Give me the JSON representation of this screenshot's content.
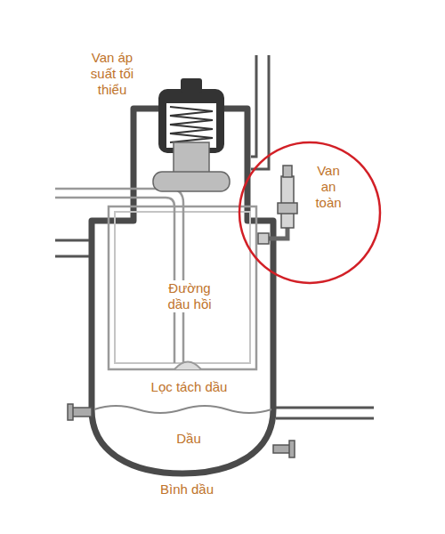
{
  "diagram": {
    "nodes": [
      {
        "text": [
          "Van an toàn"
        ]
      }
    ],
    "labels": [
      "Van áp suất tối thiểu",
      "Đường dầu hồi",
      "Lọc tách dầu",
      "Dầu",
      "Bình dầu"
    ]
  }
}
